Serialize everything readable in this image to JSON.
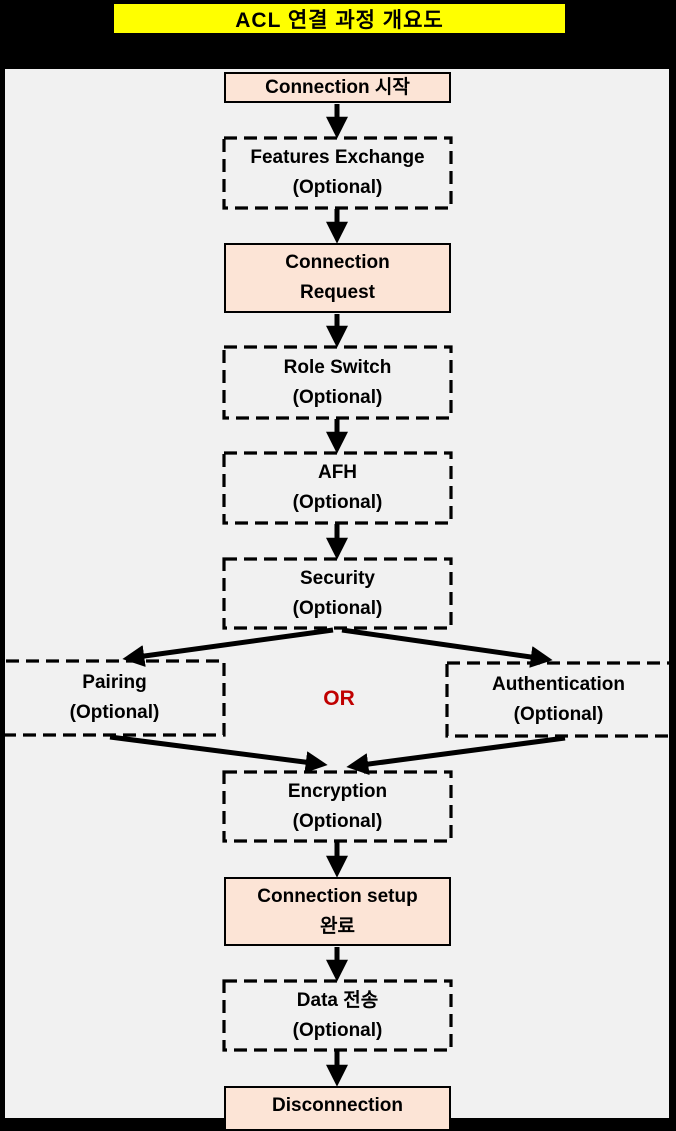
{
  "title": "ACL 연결 과정 개요도",
  "or_label": "OR",
  "nodes": {
    "connection_start": {
      "line1": "Connection 시작"
    },
    "features_exchange": {
      "line1": "Features Exchange",
      "line2": "(Optional)"
    },
    "connection_request": {
      "line1": "Connection",
      "line2": "Request"
    },
    "role_switch": {
      "line1": "Role Switch",
      "line2": "(Optional)"
    },
    "afh": {
      "line1": "AFH",
      "line2": "(Optional)"
    },
    "security": {
      "line1": "Security",
      "line2": "(Optional)"
    },
    "pairing": {
      "line1": "Pairing",
      "line2": "(Optional)"
    },
    "authentication": {
      "line1": "Authentication",
      "line2": "(Optional)"
    },
    "encryption": {
      "line1": "Encryption",
      "line2": "(Optional)"
    },
    "connection_setup": {
      "line1": "Connection setup",
      "line2": "완료"
    },
    "data_transfer": {
      "line1": "Data 전송",
      "line2": "(Optional)"
    },
    "disconnection": {
      "line1": "Disconnection"
    }
  },
  "colors": {
    "title_bg": "#ffff00",
    "solid_node_bg": "#fce4d6",
    "panel_bg": "#f1f1f1",
    "or_text": "#c00000",
    "line": "#000000"
  }
}
